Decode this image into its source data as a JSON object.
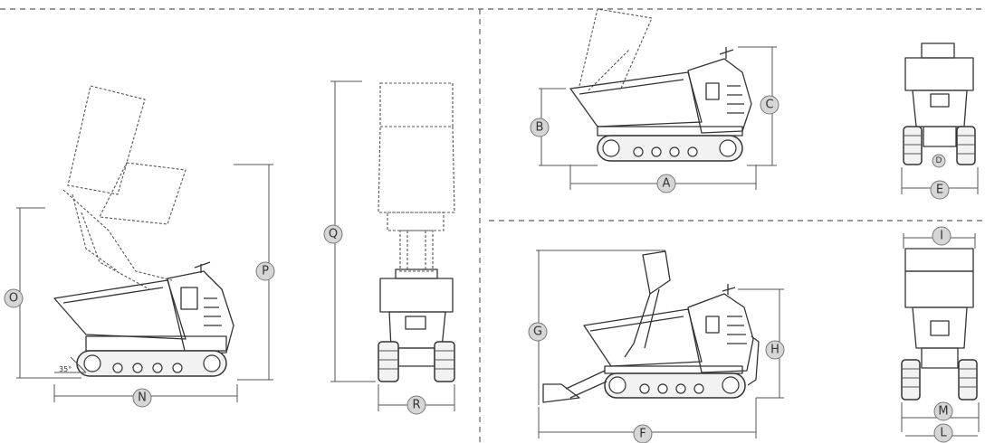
{
  "labels": {
    "A": "A",
    "B": "B",
    "C": "C",
    "D": "D",
    "E": "E",
    "F": "F",
    "G": "G",
    "H": "H",
    "I": "I",
    "L": "L",
    "M": "M",
    "N": "N",
    "O": "O",
    "P": "P",
    "Q": "Q",
    "R": "R"
  },
  "angle_label": "35°"
}
